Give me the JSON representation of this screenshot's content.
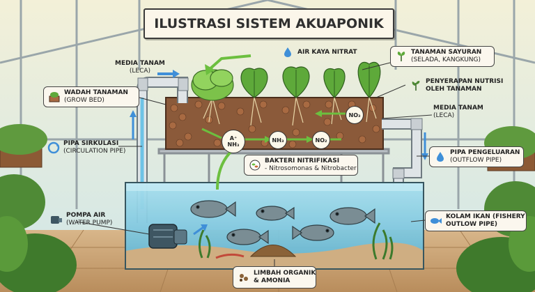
{
  "title": "ILUSTRASI SISTEM AKUAPONIK",
  "labels": {
    "air_kaya_nitrat": "AIR KAYA NITRAT",
    "media_tanam_left": {
      "line1": "MEDIA TANAM",
      "line2": "(LECA)"
    },
    "media_tanam_right": {
      "line1": "MEDIA TANAM",
      "line2": "(LECA)"
    },
    "wadah_tanaman": {
      "line1": "WADAH TANAMAN",
      "line2": "(GROW BED)"
    },
    "tanaman_sayuran": {
      "line1": "TANAMAN SAYURAN",
      "line2": "(SELADA, KANGKUNG)"
    },
    "penyerapan": {
      "line1": "PENYERAPAN NUTRISI",
      "line2": "OLEH TANAMAN"
    },
    "pipa_sirkulasi": {
      "line1": "PIPA SIRKULASI",
      "line2": "(CIRCULATION PIPE)"
    },
    "bakteri": {
      "line1": "BAKTERI NITRIFIKASI",
      "line2": "- Nitrosomonas & Nitrobacter"
    },
    "pipa_pengeluaran": {
      "line1": "PIPA PENGELUARAN",
      "line2": "(OUTFLOW PIPE)"
    },
    "pompa_air": {
      "line1": "POMPA AIR",
      "line2": "(WATER PUMP)"
    },
    "kolam_ikan": {
      "line1": "KOLAM IKAN (FISHERY",
      "line2": "OUTLOW PIPE)"
    },
    "limbah": {
      "line1": "LIMBAH ORGANIK",
      "line2": "& AMONIA"
    }
  },
  "chemicals": {
    "a_nh3": {
      "top": "A⁺",
      "bottom": "NH₃"
    },
    "nh3": "NH₃",
    "no2": "NO₂",
    "no3": "NO₃"
  },
  "icons": [
    "water-drop-icon",
    "plant-pot-icon",
    "sprout-icon",
    "nutrient-leaf-icon",
    "circulation-icon",
    "bacteria-icon",
    "outflow-drop-icon",
    "pump-icon",
    "fish-icon",
    "waste-icon"
  ],
  "colors": {
    "water": "#8fd2e8",
    "soil": "#8b5a3a",
    "pipe": "#d9dde0",
    "frame": "#b9bfc4",
    "arrow_green": "#6cbf3f",
    "arrow_blue": "#3f8fd8"
  }
}
